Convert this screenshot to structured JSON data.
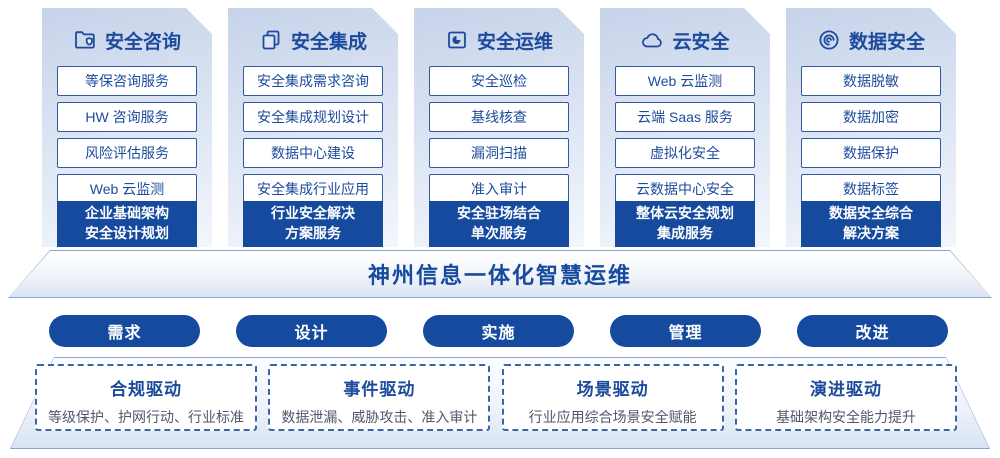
{
  "colors": {
    "primary_blue": "#164a9e",
    "text_blue": "#1c4b9c",
    "card_gradient_top": "#c7d3ea",
    "card_gradient_bottom": "#f2f6fc",
    "border_blue": "#33599f",
    "desc_gray": "#4f586a"
  },
  "columns": [
    {
      "icon": "folder-shield-icon",
      "title": "安全咨询",
      "items": [
        "等保咨询服务",
        "HW 咨询服务",
        "风险评估服务",
        "Web 云监测"
      ],
      "footer": [
        "企业基础架构",
        "安全设计规划"
      ]
    },
    {
      "icon": "documents-icon",
      "title": "安全集成",
      "items": [
        "安全集成需求咨询",
        "安全集成规划设计",
        "数据中心建设",
        "安全集成行业应用"
      ],
      "footer": [
        "行业安全解决",
        "方案服务"
      ]
    },
    {
      "icon": "monitor-pie-icon",
      "title": "安全运维",
      "items": [
        "安全巡检",
        "基线核查",
        "漏洞扫描",
        "准入审计"
      ],
      "footer": [
        "安全驻场结合",
        "单次服务"
      ]
    },
    {
      "icon": "cloud-icon",
      "title": "云安全",
      "items": [
        "Web 云监测",
        "云端 Saas 服务",
        "虚拟化安全",
        "云数据中心安全"
      ],
      "footer": [
        "整体云安全规划",
        "集成服务"
      ]
    },
    {
      "icon": "fingerprint-icon",
      "title": "数据安全",
      "items": [
        "数据脱敏",
        "数据加密",
        "数据保护",
        "数据标签"
      ],
      "footer": [
        "数据安全综合",
        "解决方案"
      ]
    }
  ],
  "banner": {
    "title": "神州信息一体化智慧运维"
  },
  "phases": [
    "需求",
    "设计",
    "实施",
    "管理",
    "改进"
  ],
  "drivers": [
    {
      "title": "合规驱动",
      "desc": "等级保护、护网行动、行业标准"
    },
    {
      "title": "事件驱动",
      "desc": "数据泄漏、威胁攻击、准入审计"
    },
    {
      "title": "场景驱动",
      "desc": "行业应用综合场景安全赋能"
    },
    {
      "title": "演进驱动",
      "desc": "基础架构安全能力提升"
    }
  ]
}
